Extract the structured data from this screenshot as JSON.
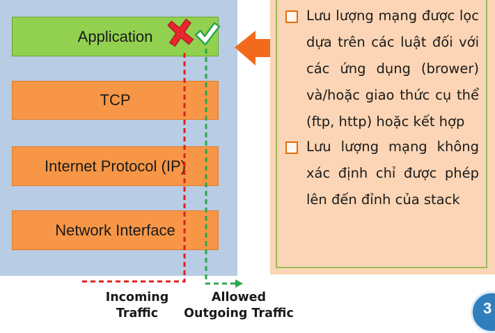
{
  "stack": {
    "layers": [
      {
        "label": "Application"
      },
      {
        "label": "TCP"
      },
      {
        "label": "Internet Protocol (IP)"
      },
      {
        "label": "Network Interface"
      }
    ]
  },
  "flows": {
    "incoming_label_line1": "Incoming",
    "incoming_label_line2": "Traffic",
    "allowed_label_line1": "Allowed",
    "allowed_label_line2": "Outgoing Traffic"
  },
  "panel": {
    "bullets": [
      "Lưu lượng mạng được lọc dựa trên các luật đối với các ứng dụng (brower) và/hoặc giao thức cụ thể (ftp, http) hoặc kết hợp",
      "Lưu lượng mạng không xác định chỉ được phép lên đến đỉnh của stack"
    ]
  },
  "page_number": "3",
  "colors": {
    "application_layer": "#92d050",
    "lower_layers": "#f79646",
    "stack_background": "#b8cce4",
    "panel_background": "#fbd5b5",
    "panel_border": "#9bbb59",
    "incoming_line": "#e0201b",
    "allowed_line": "#2aa84a",
    "arrow": "#f26b1d",
    "bullet_box": "#e36c09"
  },
  "icons": {
    "blocked": "cross-mark-icon",
    "allowed": "check-mark-icon",
    "pointer": "left-arrow-icon"
  }
}
